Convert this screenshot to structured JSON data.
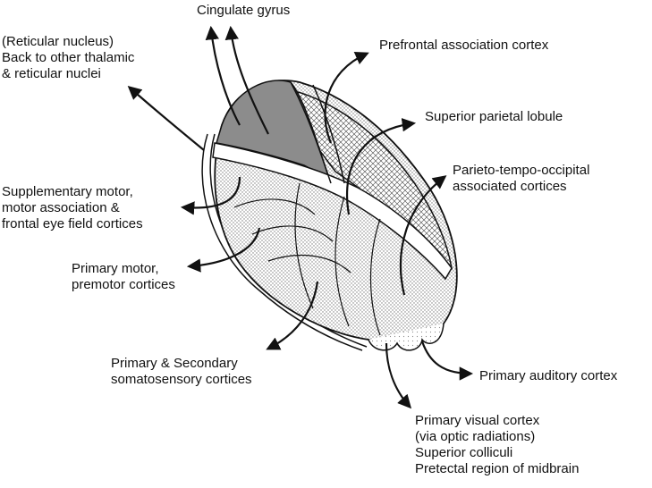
{
  "colors": {
    "ink": "#111111",
    "dark_region": "#8c8c8c",
    "stipple": "#9a9a9a",
    "background": "#ffffff"
  },
  "labels": {
    "cingulate": [
      "Cingulate gyrus"
    ],
    "reticular": [
      "(Reticular nucleus)",
      "Back to other thalamic",
      "& reticular nuclei"
    ],
    "prefrontal": [
      "Prefrontal association cortex"
    ],
    "superior_parietal": [
      "Superior parietal lobule"
    ],
    "parieto": [
      "Parieto-tempo-occipital",
      "associated cortices"
    ],
    "supplementary": [
      "Supplementary motor,",
      "motor association &",
      "frontal eye field cortices"
    ],
    "primary_motor": [
      "Primary motor,",
      "premotor cortices"
    ],
    "somatosensory": [
      "Primary & Secondary",
      "somatosensory cortices"
    ],
    "auditory": [
      "Primary auditory cortex"
    ],
    "visual": [
      "Primary visual cortex",
      "(via optic radiations)",
      "Superior colliculi",
      "Pretectal region of midbrain"
    ]
  }
}
